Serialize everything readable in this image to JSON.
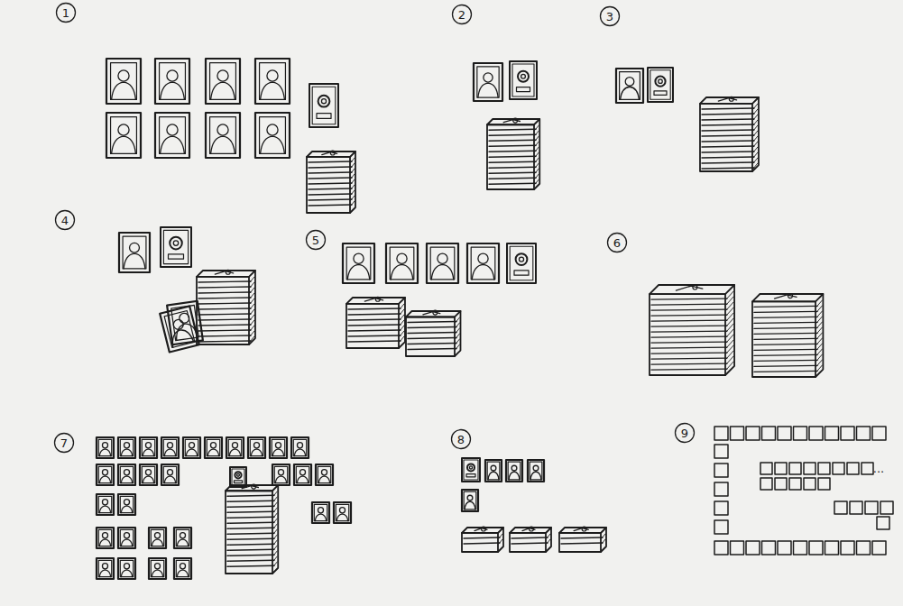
{
  "diagram": {
    "labels": [
      "1",
      "2",
      "3",
      "4",
      "5",
      "6",
      "7",
      "8",
      "9",
      "..."
    ]
  }
}
